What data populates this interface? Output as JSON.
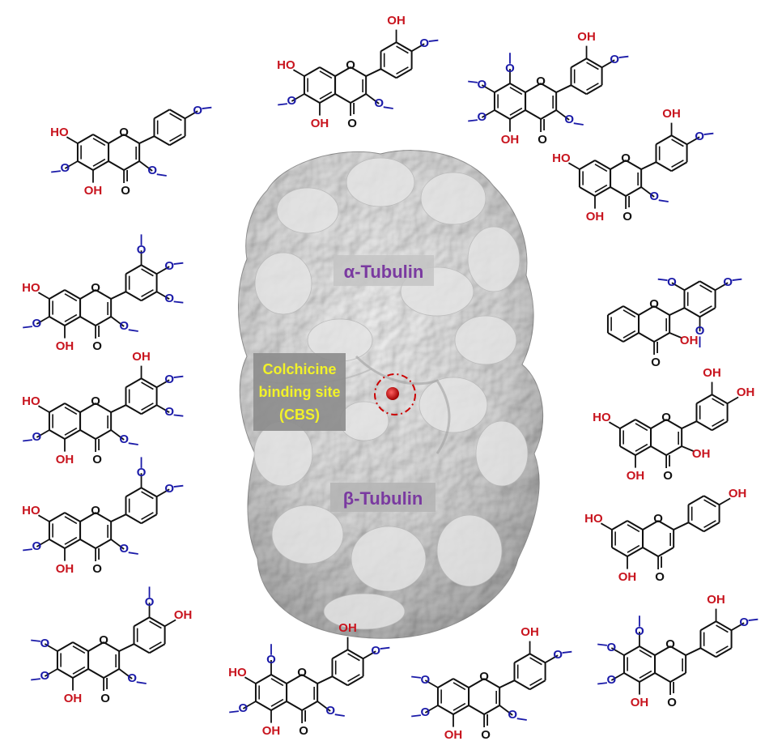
{
  "protein": {
    "alpha_label": "α-Tubulin",
    "beta_label": "β-Tubulin",
    "site_label_lines": [
      "Colchicine",
      "binding site",
      "(CBS)"
    ]
  },
  "atom_labels": {
    "ring_oxygen": "O",
    "carbonyl": "O",
    "hydroxyl": "OH",
    "hydroxyl_left": "HO"
  },
  "colors": {
    "hydroxyl": "#c8141e",
    "methoxy_bond": "#1a1aa8",
    "bond": "#111111",
    "protein_surface": "#dcdcdc",
    "site_marker": "#cc0000",
    "alpha_label": "#7a3aa0",
    "site_label": "#f2f229",
    "label_box": "#8c8c8c"
  },
  "molecules": [
    {
      "id": "m1",
      "substituents": [
        "HO",
        "OMe",
        "OH",
        "OMe",
        "OMe-4p"
      ]
    },
    {
      "id": "m2",
      "substituents": [
        "HO",
        "OMe",
        "OH",
        "OMe",
        "OH",
        "OMe"
      ]
    },
    {
      "id": "m3",
      "substituents": [
        "OMe",
        "OMe",
        "OH",
        "OMe",
        "OMe",
        "OH",
        "OMe"
      ]
    },
    {
      "id": "m4",
      "substituents": [
        "HO",
        "OH",
        "OMe",
        "OH",
        "OMe"
      ]
    },
    {
      "id": "m5",
      "substituents": [
        "HO",
        "OMe",
        "OH",
        "OMe",
        "OMe",
        "OMe",
        "OMe"
      ]
    },
    {
      "id": "m6",
      "substituents": [
        "OMe",
        "OMe",
        "OMe",
        "OH"
      ]
    },
    {
      "id": "m7",
      "substituents": [
        "HO",
        "OMe",
        "OH",
        "OMe",
        "OH",
        "OMe",
        "OMe"
      ]
    },
    {
      "id": "m8",
      "substituents": [
        "HO",
        "OH",
        "OH",
        "OH",
        "OH"
      ]
    },
    {
      "id": "m9",
      "substituents": [
        "HO",
        "OMe",
        "OH",
        "OMe",
        "OMe",
        "OMe"
      ]
    },
    {
      "id": "m10",
      "substituents": [
        "HO",
        "OH",
        "OH"
      ]
    },
    {
      "id": "m11",
      "substituents": [
        "OMe",
        "OMe",
        "OH",
        "OMe",
        "OMe",
        "OH"
      ]
    },
    {
      "id": "m12",
      "substituents": [
        "HO",
        "OMe",
        "OMe",
        "OH",
        "OMe",
        "OH",
        "OMe"
      ]
    },
    {
      "id": "m13",
      "substituents": [
        "OMe",
        "OMe",
        "OH",
        "OMe",
        "OH",
        "OMe"
      ]
    },
    {
      "id": "m14",
      "substituents": [
        "OMe",
        "OMe",
        "OMe",
        "OH",
        "OH",
        "OMe"
      ]
    }
  ]
}
